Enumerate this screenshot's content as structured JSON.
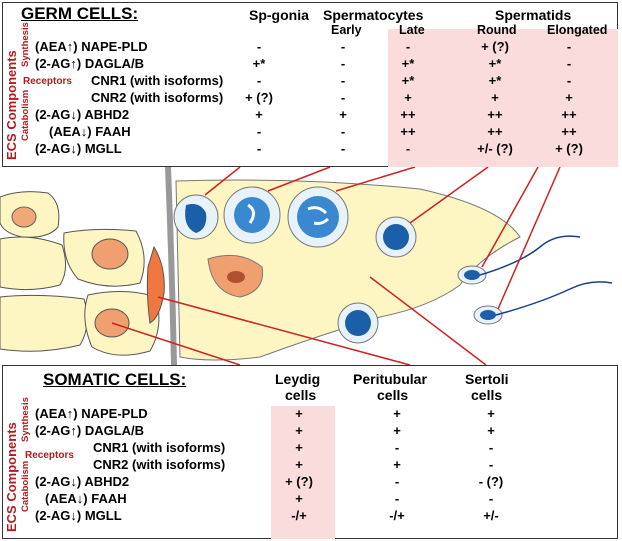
{
  "top": {
    "title": "GERM CELLS:",
    "side_label": "ECS Components",
    "group_synthesis": "Synthesis",
    "group_receptors": "Receptors",
    "group_catabolism": "Catabolism",
    "col_spgonia": "Sp-gonia",
    "col_spermatocytes": "Spermatocytes",
    "col_early": "Early",
    "col_late": "Late",
    "col_spermatids": "Spermatids",
    "col_round": "Round",
    "col_elongated": "Elongated",
    "rows": [
      {
        "label": "(AEA↑) NAPE-PLD",
        "cells": [
          "-",
          "-",
          "-",
          "+ (?)",
          "-"
        ]
      },
      {
        "label": "(2-AG↑) DAGLA/B",
        "cells": [
          "+*",
          "-",
          "+*",
          "+*",
          "-"
        ]
      },
      {
        "label": "CNR1 (with isoforms)",
        "cells": [
          "-",
          "-",
          "+*",
          "+*",
          "-"
        ]
      },
      {
        "label": "CNR2 (with isoforms)",
        "cells": [
          "+ (?)",
          "-",
          "+",
          "+",
          "+"
        ]
      },
      {
        "label": "(2-AG↓) ABHD2",
        "cells": [
          "+",
          "+",
          "++",
          "++",
          "++"
        ]
      },
      {
        "label": "(AEA↓) FAAH",
        "cells": [
          "-",
          "-",
          "++",
          "++",
          "++"
        ]
      },
      {
        "label": "(2-AG↓) MGLL",
        "cells": [
          "-",
          "-",
          "-",
          "+/- (?)",
          "+ (?)"
        ]
      }
    ]
  },
  "bottom": {
    "title": "SOMATIC CELLS:",
    "side_label": "ECS Components",
    "group_synthesis": "Synthesis",
    "group_receptors": "Receptors",
    "group_catabolism": "Catabolism",
    "col_leydig_1": "Leydig",
    "col_leydig_2": "cells",
    "col_peritubular_1": "Peritubular",
    "col_peritubular_2": "cells",
    "col_sertoli_1": "Sertoli",
    "col_sertoli_2": "cells",
    "rows": [
      {
        "label": "(AEA↑) NAPE-PLD",
        "cells": [
          "+",
          "+",
          "+"
        ]
      },
      {
        "label": "(2-AG↑) DAGLA/B",
        "cells": [
          "+",
          "+",
          "+"
        ]
      },
      {
        "label": "CNR1 (with isoforms)",
        "cells": [
          "+",
          "-",
          "-"
        ]
      },
      {
        "label": "CNR2 (with isoforms)",
        "cells": [
          "+",
          "+",
          "-"
        ]
      },
      {
        "label": "(2-AG↓) ABHD2",
        "cells": [
          "+ (?)",
          "-",
          "- (?)"
        ]
      },
      {
        "label": "(AEA↓) FAAH",
        "cells": [
          "+",
          "-",
          "-"
        ]
      },
      {
        "label": "(2-AG↓) MGLL",
        "cells": [
          "-/+",
          "-/+",
          "+/-"
        ]
      }
    ]
  },
  "colors": {
    "highlight": "#fbdcdc",
    "accent_red": "#b31b1b",
    "sertoli": "#fdf6c3",
    "blue": "#1a5fa8",
    "orange": "#f0a070"
  }
}
